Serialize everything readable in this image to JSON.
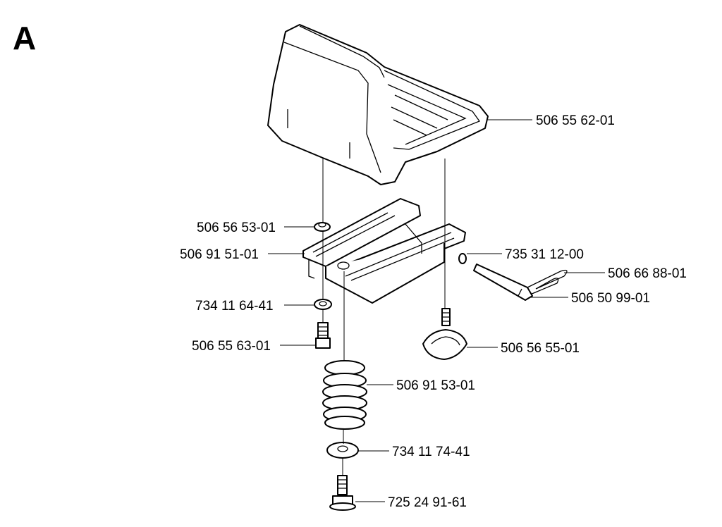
{
  "diagram": {
    "title": "A",
    "parts": [
      {
        "id": "seat",
        "label": "506 55 62-01"
      },
      {
        "id": "nut",
        "label": "506 56 53-01"
      },
      {
        "id": "bracket",
        "label": "506 91 51-01"
      },
      {
        "id": "washer-small",
        "label": "735 31 12-00"
      },
      {
        "id": "hairpin",
        "label": "506 66 88-01"
      },
      {
        "id": "pin",
        "label": "506 50 99-01"
      },
      {
        "id": "washer-a",
        "label": "734 11 64-41"
      },
      {
        "id": "knob",
        "label": "506 56 55-01"
      },
      {
        "id": "screw-a",
        "label": "506 55 63-01"
      },
      {
        "id": "spring",
        "label": "506 91 53-01"
      },
      {
        "id": "washer-b",
        "label": "734 11 74-41"
      },
      {
        "id": "bolt",
        "label": "725 24 91-61"
      }
    ]
  }
}
